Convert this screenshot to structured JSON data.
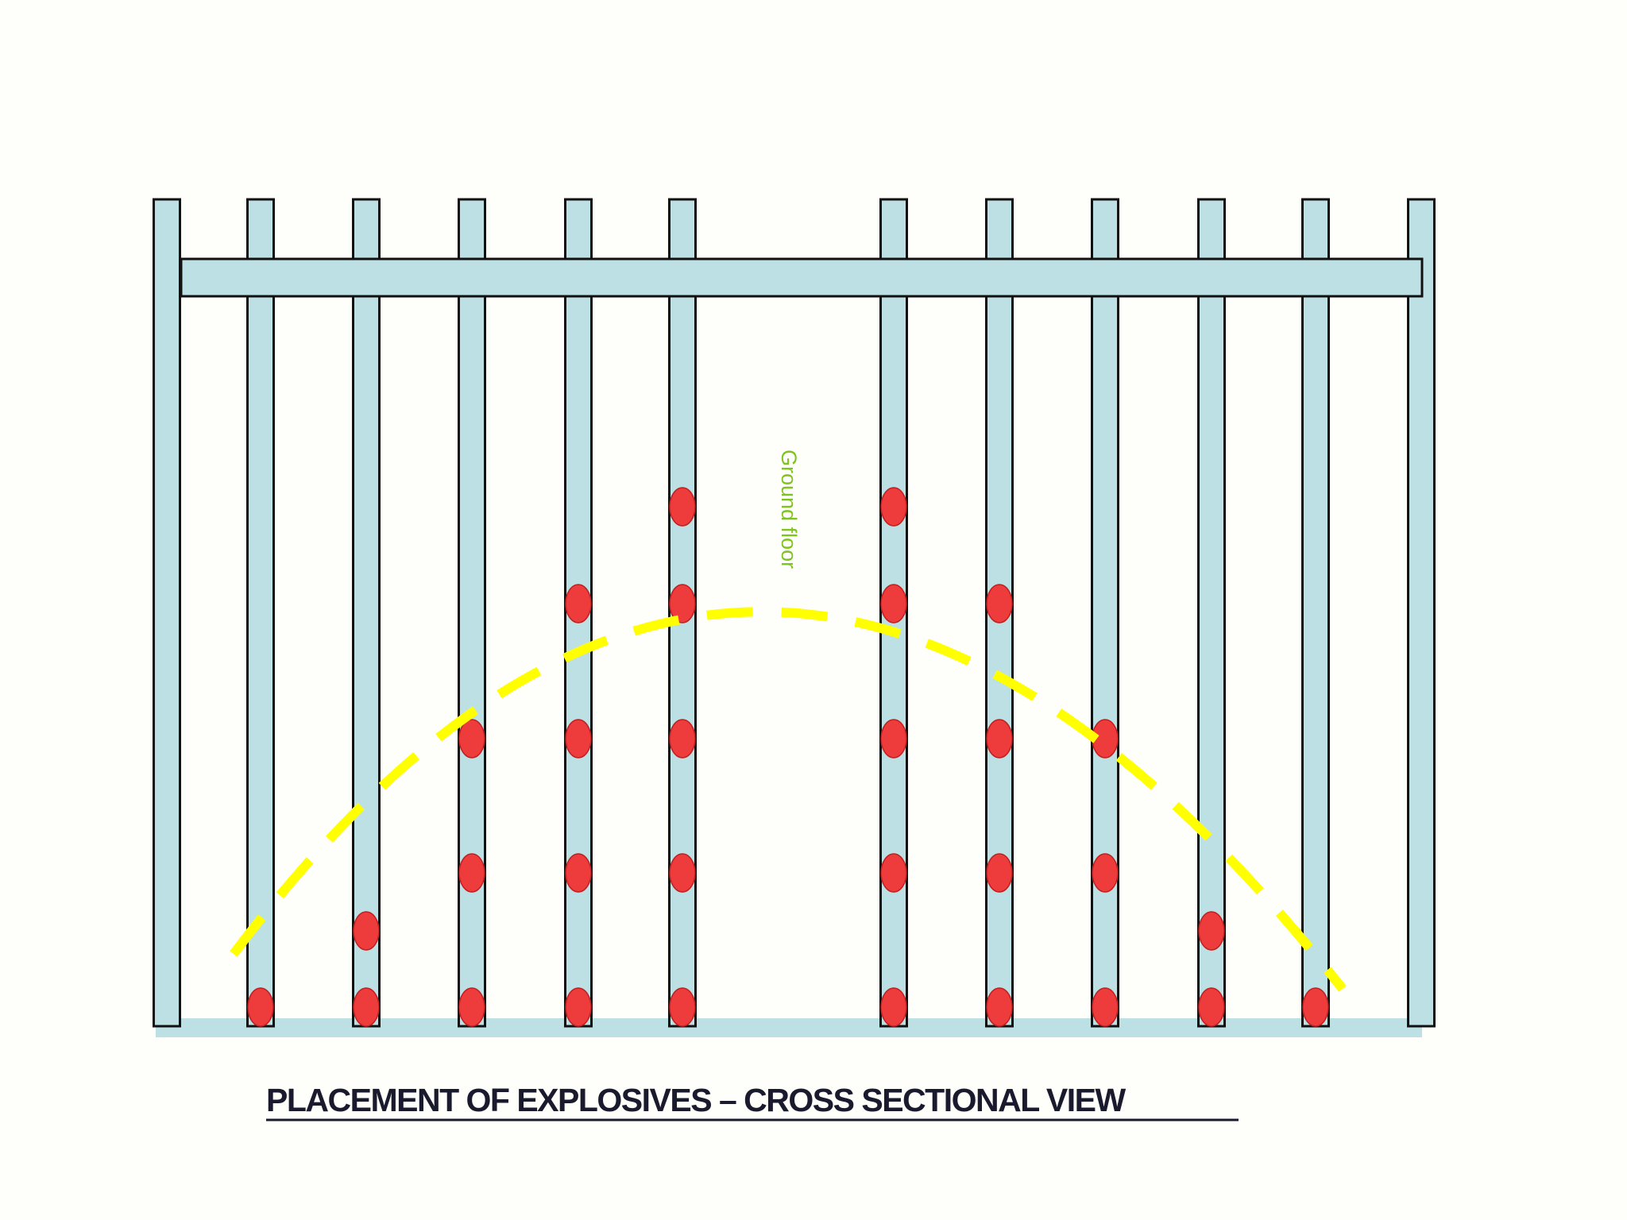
{
  "diagram": {
    "caption": "PLACEMENT OF EXPLOSIVES – CROSS SECTIONAL VIEW",
    "curve_label": "Ground floor",
    "colors": {
      "background": "#fefefa",
      "structure_fill": "#bde0e4",
      "structure_stroke": "#111111",
      "charge_fill": "#ee3b3b",
      "curve": "#ffff00",
      "label": "#7fc31f",
      "caption": "#1a1a2e"
    },
    "columns_total": 12,
    "charged_columns": [
      {
        "column": 2,
        "charges": 1
      },
      {
        "column": 3,
        "charges": 2
      },
      {
        "column": 4,
        "charges": 3
      },
      {
        "column": 5,
        "charges": 4
      },
      {
        "column": 6,
        "charges": 5
      },
      {
        "column": 7,
        "charges": 5
      },
      {
        "column": 8,
        "charges": 4
      },
      {
        "column": 9,
        "charges": 3
      },
      {
        "column": 10,
        "charges": 2
      },
      {
        "column": 11,
        "charges": 1
      }
    ]
  }
}
